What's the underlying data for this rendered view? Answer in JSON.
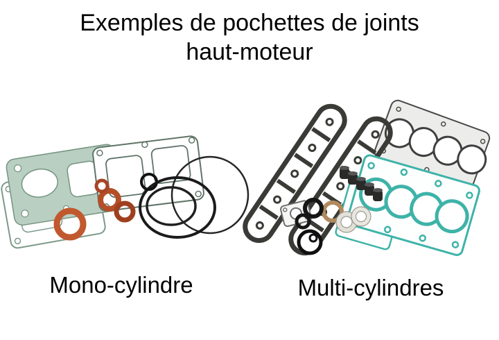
{
  "title": {
    "line1": "Exemples de pochettes de joints",
    "line2": "haut-moteur"
  },
  "figures": {
    "left": {
      "caption": "Mono-cylindre"
    },
    "right": {
      "caption": "Multi-cylindres"
    }
  },
  "colors": {
    "background": "#ffffff",
    "text": "#000000",
    "gasket_green": "#b9cfc2",
    "gasket_outline_green": "#74937f",
    "gasket_teal": "#3eb3a8",
    "copper_orange": "#b44e27",
    "rubber_black": "#1b1b1b",
    "metal_gray": "#ececea",
    "valve_cover_dark": "#3a3a36"
  }
}
